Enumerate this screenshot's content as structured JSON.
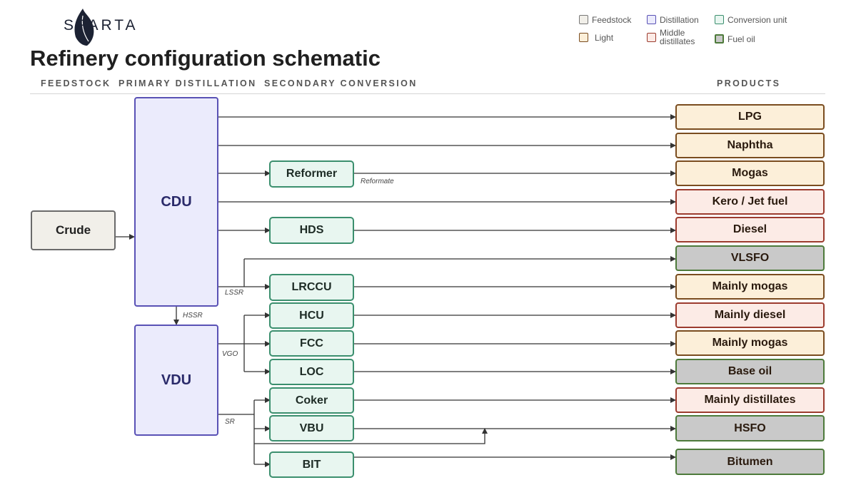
{
  "brand": {
    "name": "SPARTA"
  },
  "title": "Refinery configuration schematic",
  "columns": {
    "feedstock": "FEEDSTOCK",
    "primary": "PRIMARY DISTILLATION",
    "secondary": "SECONDARY CONVERSION",
    "products": "PRODUCTS"
  },
  "legend": {
    "feedstock": {
      "label": "Feedstock",
      "color": "#f1efe9"
    },
    "distillation": {
      "label": "Distillation",
      "color": "#ebebfc"
    },
    "conversion": {
      "label": "Conversion unit",
      "color": "#e8f6f0"
    },
    "light": {
      "label": "Light",
      "color": "#fcefd9"
    },
    "middle": {
      "label": "Middle distillates",
      "color": "#fcebe6"
    },
    "fuel": {
      "label": "Fuel oil",
      "color": "#c9c9c9"
    }
  },
  "nodes": {
    "crude": "Crude",
    "cdu": "CDU",
    "vdu": "VDU",
    "reformer": "Reformer",
    "hds": "HDS",
    "lrccu": "LRCCU",
    "hcu": "HCU",
    "fcc": "FCC",
    "loc": "LOC",
    "coker": "Coker",
    "vbu": "VBU",
    "bit": "BIT"
  },
  "products": [
    {
      "label": "LPG",
      "category": "light"
    },
    {
      "label": "Naphtha",
      "category": "light"
    },
    {
      "label": "Mogas",
      "category": "light"
    },
    {
      "label": "Kero / Jet fuel",
      "category": "middle"
    },
    {
      "label": "Diesel",
      "category": "middle"
    },
    {
      "label": "VLSFO",
      "category": "fuel"
    },
    {
      "label": "Mainly mogas",
      "category": "light"
    },
    {
      "label": "Mainly diesel",
      "category": "middle"
    },
    {
      "label": "Mainly mogas",
      "category": "light"
    },
    {
      "label": "Base oil",
      "category": "fuel"
    },
    {
      "label": "Mainly distillates",
      "category": "middle"
    },
    {
      "label": "HSFO",
      "category": "fuel"
    },
    {
      "label": "Bitumen",
      "category": "fuel"
    }
  ],
  "streams": {
    "reformate": "Reformate",
    "lssr": "LSSR",
    "hssr": "HSSR",
    "vgo": "VGO",
    "sr": "SR"
  }
}
